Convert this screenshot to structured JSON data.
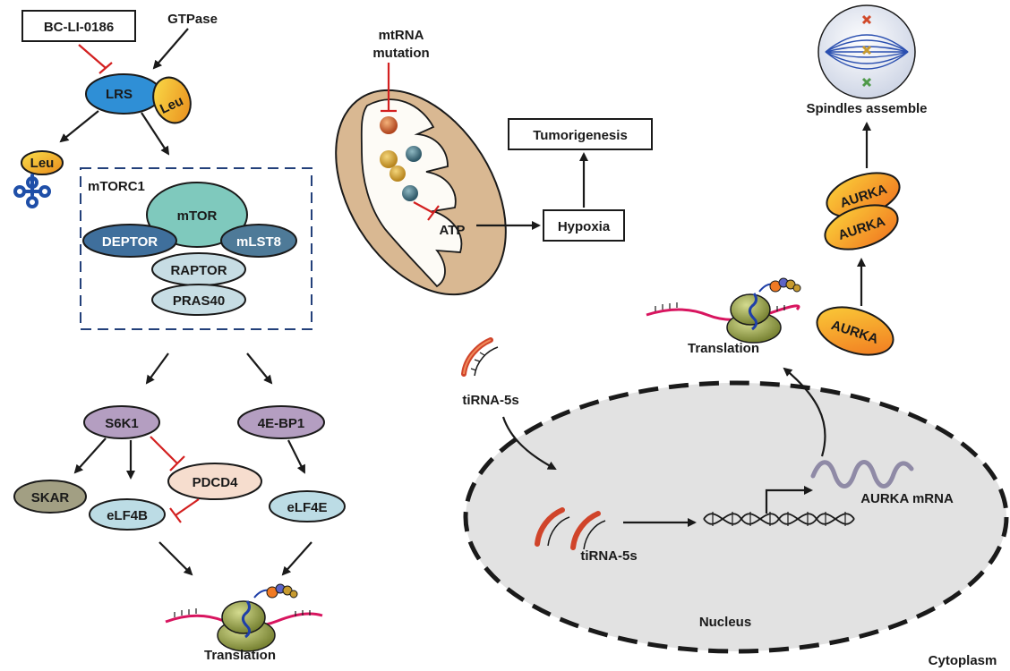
{
  "left": {
    "inhibitor_box": "BC-LI-0186",
    "gtpase": "GTPase",
    "lrs": "LRS",
    "leu": "Leu",
    "trna_leu": "Leu",
    "mtorc1_title": "mTORC1",
    "mtor": "mTOR",
    "deptor": "DEPTOR",
    "mlst8": "mLST8",
    "raptor": "RAPTOR",
    "pras40": "PRAS40",
    "s6k1": "S6K1",
    "ebp1": "4E-BP1",
    "skar": "SKAR",
    "elf4b": "eLF4B",
    "pdcd4": "PDCD4",
    "elf4e": "eLF4E",
    "translation": "Translation"
  },
  "middle": {
    "mtrna_line1": "mtRNA",
    "mtrna_line2": "mutation",
    "atp": "ATP",
    "hypoxia": "Hypoxia",
    "tumorigenesis": "Tumorigenesis"
  },
  "right": {
    "spindles": "Spindles assemble",
    "aurka_1": "AURKA",
    "aurka_2": "AURKA",
    "aurka_3": "AURKA",
    "translation": "Translation",
    "tirna_top": "tiRNA-5s",
    "tirna_nucleus": "tiRNA-5s",
    "aurka_mrna": "AURKA mRNA",
    "nucleus": "Nucleus",
    "cytoplasm": "Cytoplasm"
  },
  "colors": {
    "lrs": "#2f8fd6",
    "leu": "#f3b31d",
    "mtor": "#7fc9bd",
    "deptor": "#3f6f9c",
    "mlst8": "#4e7a98",
    "raptor": "#c7dde4",
    "pras40": "#c7dde4",
    "s6k1": "#b49ec1",
    "pdcd4": "#f6ddce",
    "skar": "#a29f83",
    "elf": "#bcdce5",
    "aurka": "#f7a51b",
    "nucleus_fill": "#e2e2e2",
    "mito_fill": "#d9b892",
    "inhibit": "#d32020"
  }
}
